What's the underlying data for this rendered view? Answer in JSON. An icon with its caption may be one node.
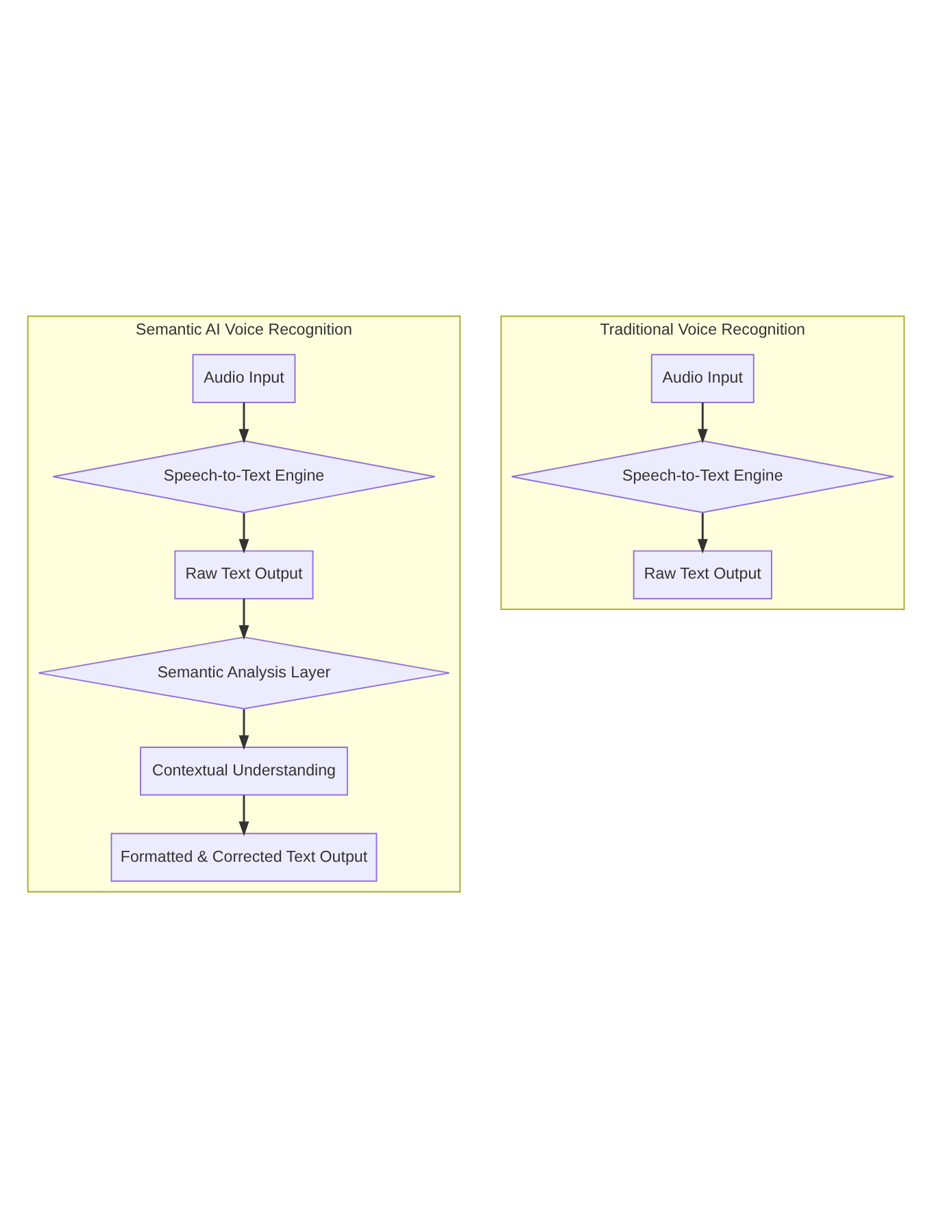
{
  "diagram": {
    "nodes": [
      {
        "text": [
          "Semantic AI Voice Recognition"
        ]
      },
      {
        "text": [
          "Audio Input"
        ],
        "in": 0
      },
      {
        "text": [
          "Speech-to-Text Engine"
        ],
        "in": 0
      },
      {
        "text": [
          "Raw Text Output"
        ],
        "in": 0
      },
      {
        "text": [
          "Semantic Analysis Layer"
        ],
        "in": 0
      },
      {
        "text": [
          "Contextual Understanding"
        ],
        "in": 0
      },
      {
        "text": [
          "Formatted & Corrected Text Output"
        ],
        "in": 0
      },
      {
        "text": [
          "Traditional Voice Recognition"
        ]
      },
      {
        "text": [
          "Audio Input"
        ],
        "in": 7
      },
      {
        "text": [
          "Speech-to-Text Engine"
        ],
        "in": 7
      },
      {
        "text": [
          "Raw Text Output"
        ],
        "in": 7
      }
    ],
    "edges": [
      {
        "from": 1,
        "to": 2,
        "arrow": "to"
      },
      {
        "from": 2,
        "to": 3,
        "arrow": "to"
      },
      {
        "from": 3,
        "to": 4,
        "arrow": "to"
      },
      {
        "from": 4,
        "to": 5,
        "arrow": "to"
      },
      {
        "from": 5,
        "to": 6,
        "arrow": "to"
      },
      {
        "from": 8,
        "to": 9,
        "arrow": "to"
      },
      {
        "from": 9,
        "to": 10,
        "arrow": "to"
      }
    ]
  }
}
